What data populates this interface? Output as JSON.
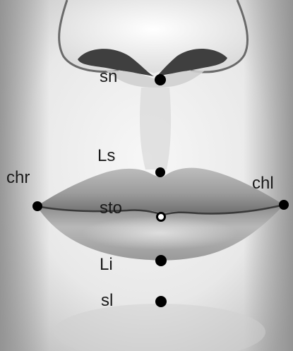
{
  "figure": {
    "subject": "lip landmark diagram",
    "skin_color": "#e6e6e6",
    "lip_color": "#a9a9a9",
    "marker_color": "#000000",
    "landmarks": [
      {
        "id": "sn",
        "label": "sn"
      },
      {
        "id": "ls",
        "label": "Ls"
      },
      {
        "id": "chr",
        "label": "chr"
      },
      {
        "id": "chl",
        "label": "chl"
      },
      {
        "id": "sto",
        "label": "sto"
      },
      {
        "id": "li",
        "label": "Li"
      },
      {
        "id": "sl",
        "label": "sl"
      }
    ]
  }
}
